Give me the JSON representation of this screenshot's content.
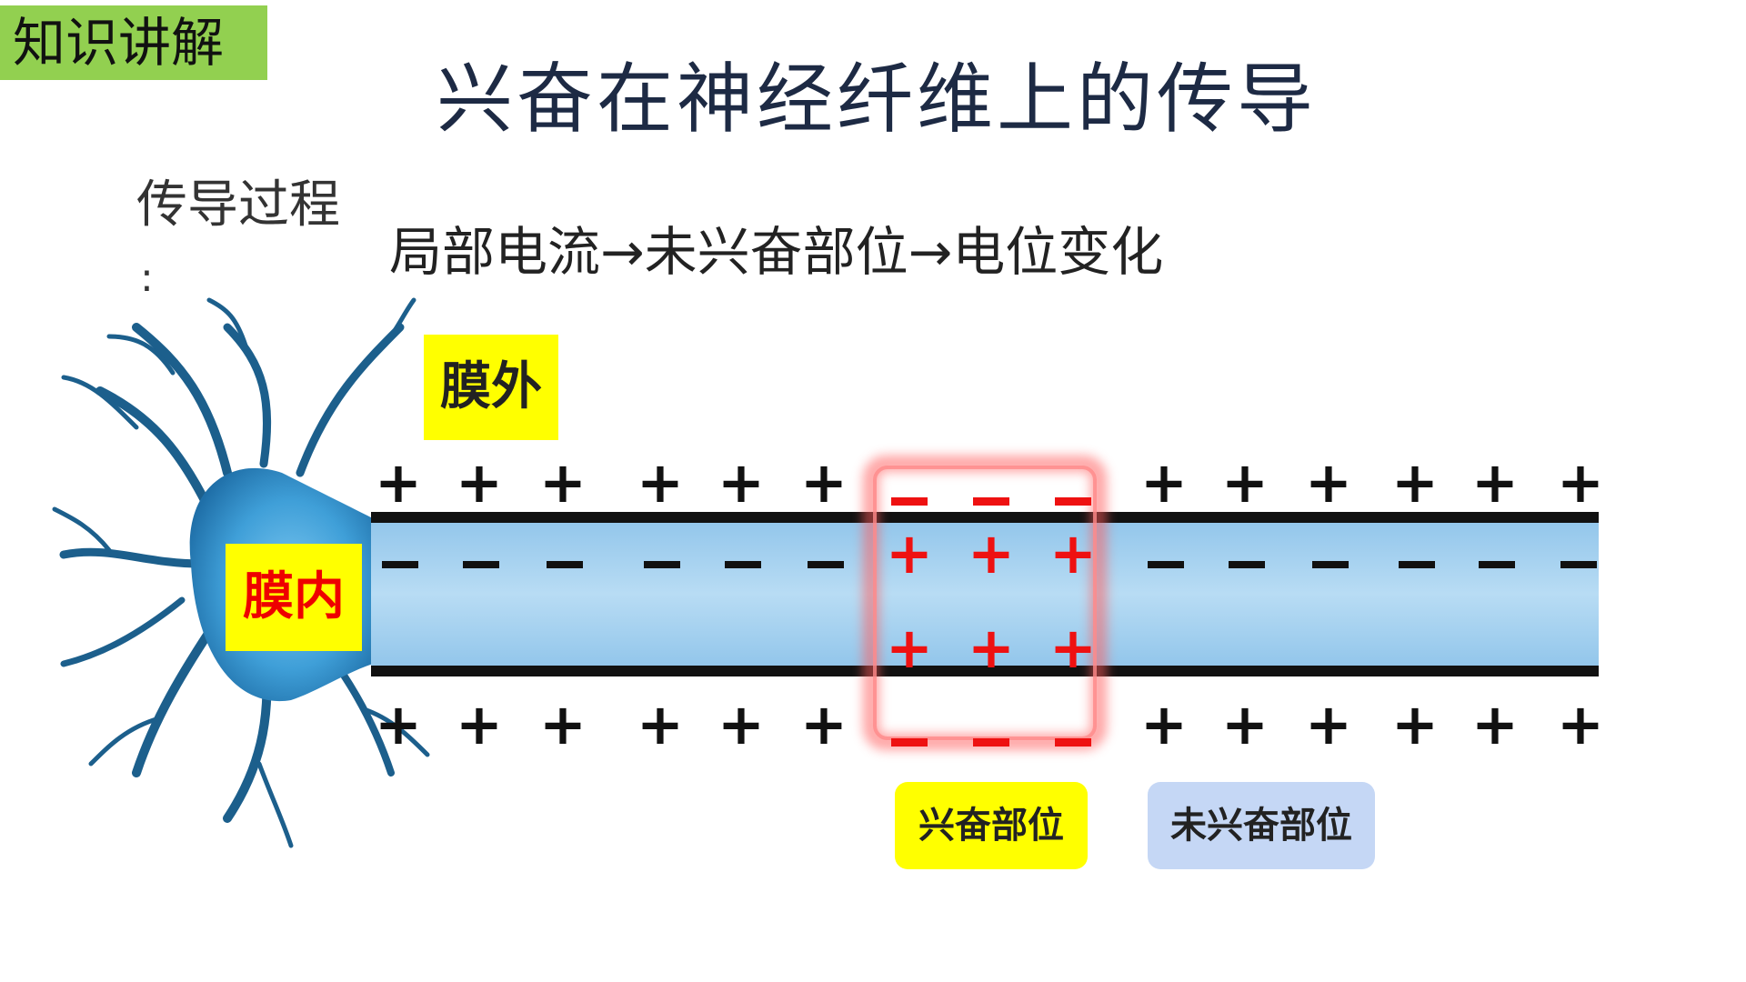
{
  "header": {
    "tag": "知识讲解",
    "title": "兴奋在神经纤维上的传导"
  },
  "content": {
    "process_label": "传导过程",
    "colon": ":",
    "process_text": "局部电流→未兴奋部位→电位变化"
  },
  "diagram": {
    "outer_label": "膜外",
    "inner_label": "膜内",
    "excited_label": "兴奋部位",
    "unexcited_label": "未兴奋部位",
    "colors": {
      "resting_sign": "#111111",
      "excited_sign": "#ee1111",
      "axon_fill": "#a9d2ef",
      "neuron_fill": "#4aa8de",
      "highlight": "#ff5a5a"
    }
  }
}
